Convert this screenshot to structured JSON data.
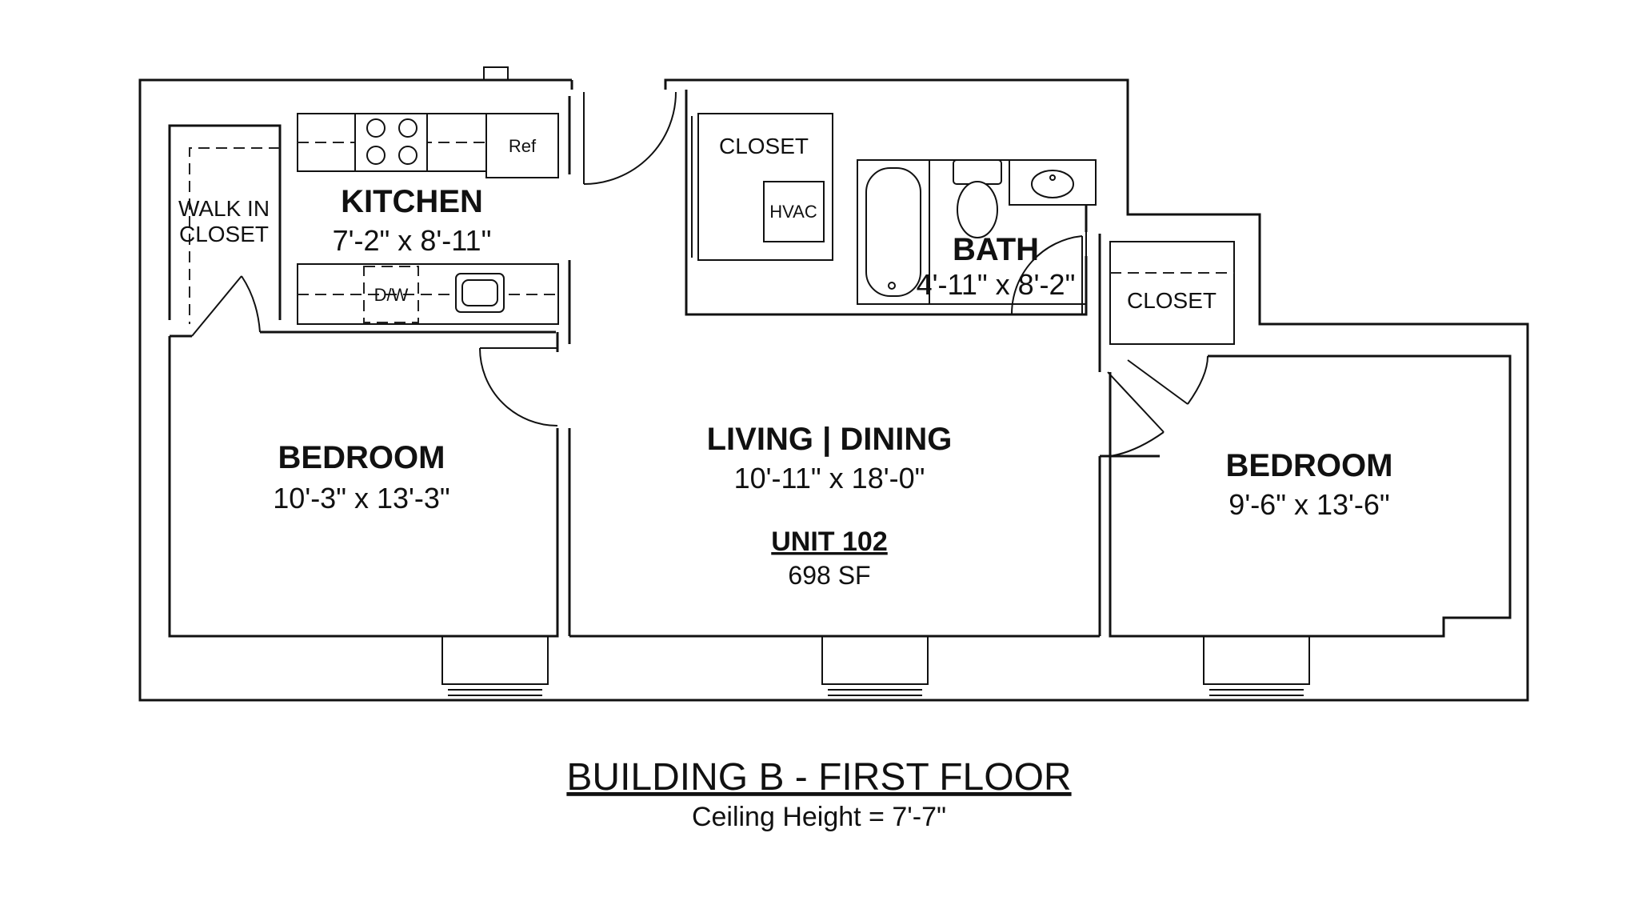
{
  "rooms": {
    "kitchen": {
      "name": "KITCHEN",
      "dims": "7'-2\" x 8'-11\""
    },
    "walk_in_closet": {
      "line1": "WALK IN",
      "line2": "CLOSET"
    },
    "closet_hvac": {
      "name": "CLOSET",
      "hvac": "HVAC"
    },
    "bath": {
      "name": "BATH",
      "dims": "4'-11\" x 8'-2\""
    },
    "closet_right": {
      "name": "CLOSET"
    },
    "bedroom_left": {
      "name": "BEDROOM",
      "dims": "10'-3\" x 13'-3\""
    },
    "living_dining": {
      "name": "LIVING | DINING",
      "dims": "10'-11\" x 18'-0\""
    },
    "bedroom_right": {
      "name": "BEDROOM",
      "dims": "9'-6\" x 13'-6\""
    }
  },
  "appliances": {
    "ref": "Ref",
    "dw": "D/W"
  },
  "unit": {
    "label": "UNIT 102",
    "area": "698 SF"
  },
  "footer": {
    "title": "BUILDING B - FIRST FLOOR",
    "ceiling": "Ceiling Height = 7'-7\""
  }
}
